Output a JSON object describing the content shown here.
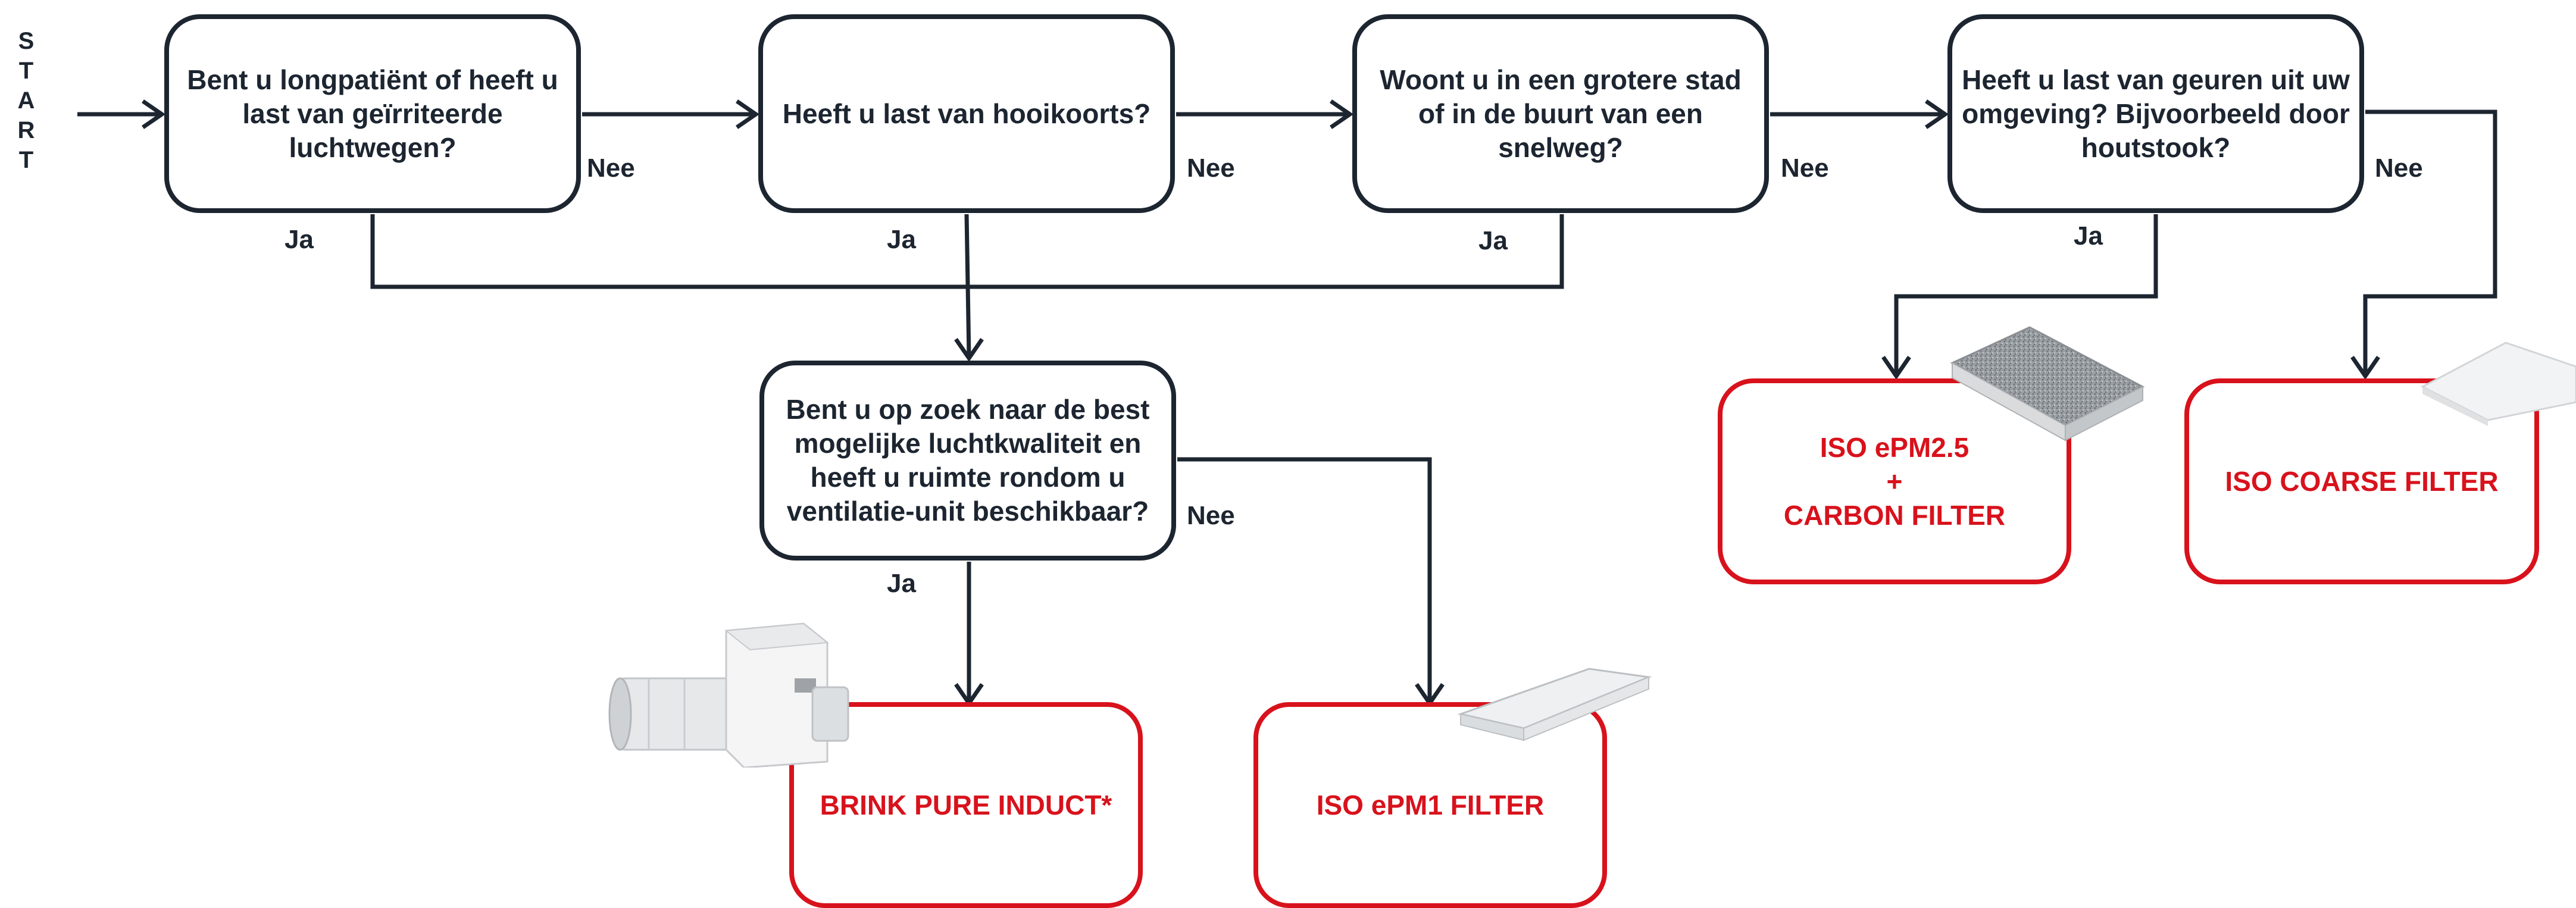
{
  "start_label": "S\nT\nA\nR\nT",
  "questions": [
    {
      "text": "Bent u longpatiënt of heeft u last van geïrriteerde luchtwegen?"
    },
    {
      "text": "Heeft u last van hooikoorts?"
    },
    {
      "text": "Woont u in een grotere stad of in de buurt van een snelweg?"
    },
    {
      "text": "Heeft u last van geuren uit uw omgeving? Bijvoorbeeld door houtstook?"
    },
    {
      "text": "Bent u op zoek naar de best mogelijke luchtkwaliteit en heeft u ruimte rondom u ventilatie-unit beschikbaar?"
    }
  ],
  "answers": {
    "yes": "Ja",
    "no": "Nee"
  },
  "results": {
    "carbon": [
      "ISO ePM2.5",
      "+",
      "CARBON FILTER"
    ],
    "coarse": "ISO COARSE FILTER",
    "pure_induct": "BRINK PURE INDUCT*",
    "epm1": "ISO ePM1 FILTER"
  },
  "colors": {
    "dark": "#1c2530",
    "red": "#d8121c"
  },
  "icons": [
    "carbon-filter-image",
    "coarse-filter-image",
    "pure-induct-unit-image",
    "epm1-filter-image"
  ]
}
